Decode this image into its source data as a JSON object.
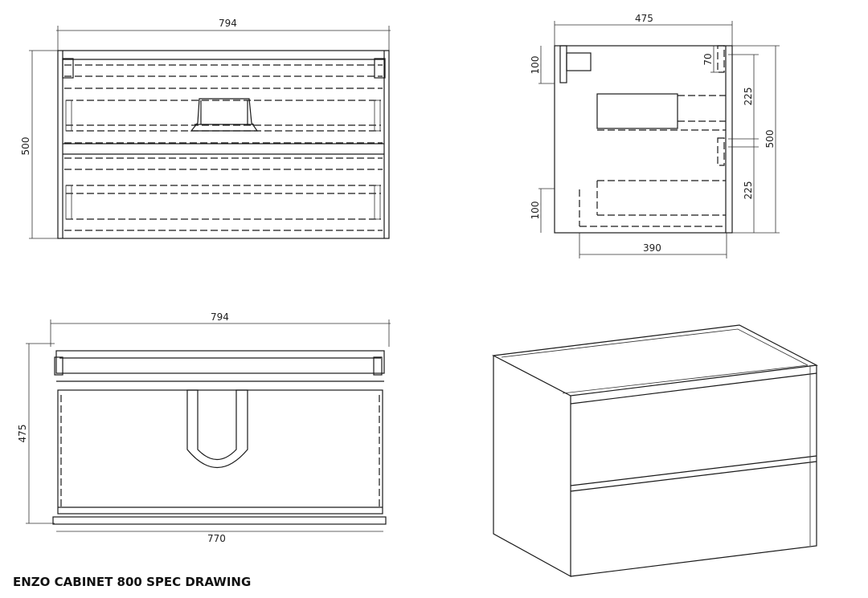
{
  "title": "ENZO CABINET 800 SPEC DRAWING",
  "front_view": {
    "width": "794",
    "height": "500"
  },
  "side_view": {
    "depth": "475",
    "top_offset": "100",
    "bottom_offset": "100",
    "rail": "70",
    "drawer_upper": "225",
    "drawer_lower": "225",
    "height": "500",
    "drawer_depth": "390"
  },
  "top_view": {
    "width": "794",
    "depth": "475",
    "inner_width": "770"
  }
}
